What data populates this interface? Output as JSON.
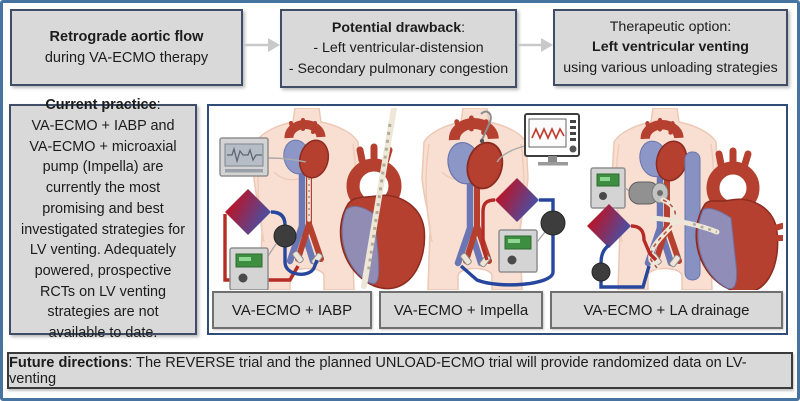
{
  "figure": {
    "flow_boxes": {
      "box1": {
        "line1": "Retrograde aortic flow",
        "line2": "during VA-ECMO therapy"
      },
      "box2": {
        "title": "Potential drawback",
        "colon": ":",
        "item1": "- Left ventricular-distension",
        "item2": "- Secondary pulmonary congestion"
      },
      "box3": {
        "line1": "Therapeutic option:",
        "line2": "Left ventricular venting",
        "line3": "using various unloading strategies"
      }
    },
    "current_practice": {
      "title": "Current practice",
      "colon": ":",
      "body": "VA-ECMO + IABP and VA-ECMO + microaxial pump (Impella) are currently the most promising and best investigated strategies for LV venting. Adequately powered, prospective RCTs on LV venting strategies are not available to date."
    },
    "strategy_labels": {
      "iabp": "VA-ECMO + IABP",
      "impella": "VA-ECMO + Impella",
      "la_drainage": "VA-ECMO + LA drainage"
    },
    "future_directions": {
      "title": "Future directions",
      "rest": ": The REVERSE trial and the planned UNLOAD-ECMO trial will provide randomized data on LV-venting"
    },
    "colors": {
      "outer_border": "#46739f",
      "box_fill": "#d9d9d9",
      "box_border": "#3f4e66",
      "panel_border": "#2f4d77",
      "label_border": "#6f6f6f",
      "future_border": "#3a3a3a",
      "arrow": "#c9c9c9",
      "torso": "#f9dfd2",
      "heart_red": "#b5402f",
      "heart_blue": "#8d97c7",
      "tube_red": "#b62b25",
      "tube_blue": "#27479e",
      "oxygenator_red": "#b5172c",
      "oxygenator_blue": "#514b9b"
    }
  }
}
